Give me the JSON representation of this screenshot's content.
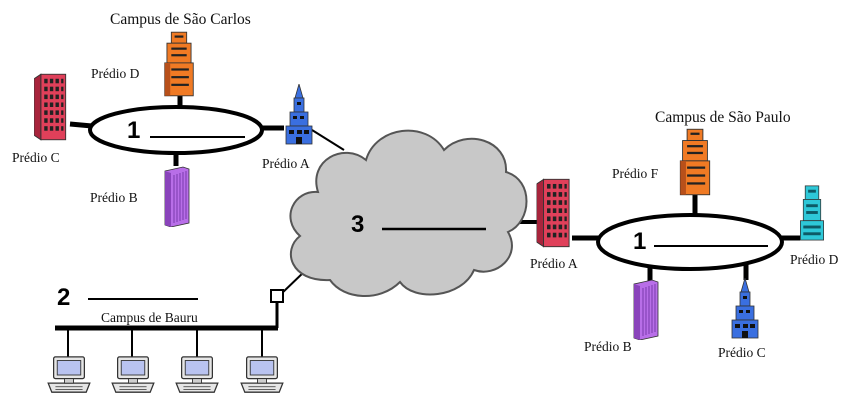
{
  "sao_carlos": {
    "title": "Campus de São Carlos",
    "ring_number": "1",
    "buildings": {
      "a": "Prédio A",
      "b": "Prédio B",
      "c": "Prédio C",
      "d": "Prédio D"
    }
  },
  "sao_paulo": {
    "title": "Campus de São Paulo",
    "ring_number": "1",
    "buildings": {
      "a": "Prédio A",
      "b": "Prédio B",
      "c": "Prédio C",
      "d": "Prédio D",
      "f": "Prédio F"
    }
  },
  "wan": {
    "number": "3"
  },
  "bauru": {
    "title": "Campus de Bauru",
    "number": "2",
    "computer_count": 4
  },
  "colors": {
    "red_building": "#e0405a",
    "orange_building": "#f07a24",
    "purple_building": "#b86ee8",
    "blue_building": "#3a6fe0",
    "teal_building": "#2ec8d8",
    "cloud": "#c8c8c8"
  }
}
